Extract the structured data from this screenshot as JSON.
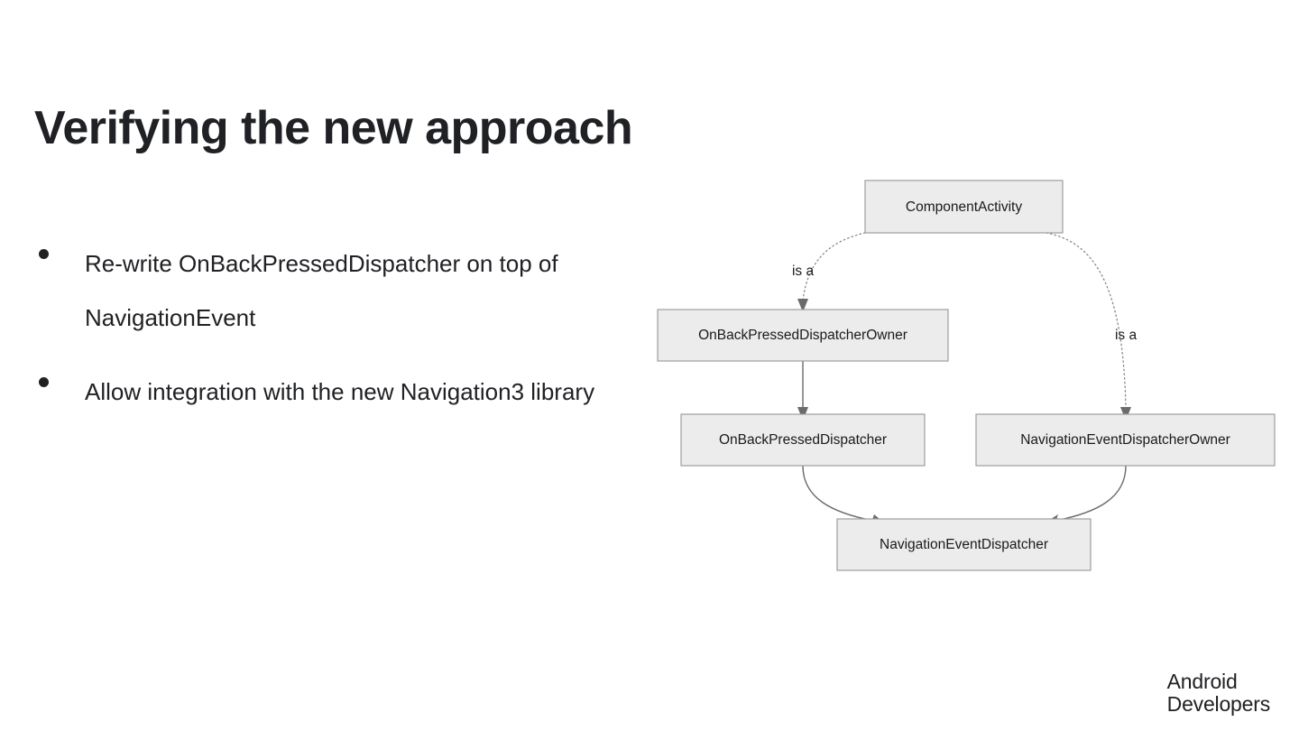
{
  "slide": {
    "title": "Verifying the new approach",
    "background_color": "#ffffff",
    "text_color": "#202124"
  },
  "bullets": [
    {
      "text": "Re-write OnBackPressedDispatcher on top of NavigationEvent"
    },
    {
      "text": "Allow integration with the new Navigation3 library"
    }
  ],
  "diagram": {
    "type": "class-hierarchy",
    "node_fill": "#ececec",
    "node_stroke": "#9e9e9e",
    "edge_color": "#6b6b6b",
    "nodes": [
      {
        "id": "component-activity",
        "label": "ComponentActivity"
      },
      {
        "id": "onbackpresseddispatcherowner",
        "label": "OnBackPressedDispatcherOwner"
      },
      {
        "id": "onbackpresseddispatcher",
        "label": "OnBackPressedDispatcher"
      },
      {
        "id": "navigationeventdispatcherowner",
        "label": "NavigationEventDispatcherOwner"
      },
      {
        "id": "navigationeventdispatcher",
        "label": "NavigationEventDispatcher"
      }
    ],
    "edge_labels": {
      "left_is_a": "is a",
      "right_is_a": "is a"
    }
  },
  "logo": {
    "line1": "Android",
    "line2": "Developers"
  }
}
